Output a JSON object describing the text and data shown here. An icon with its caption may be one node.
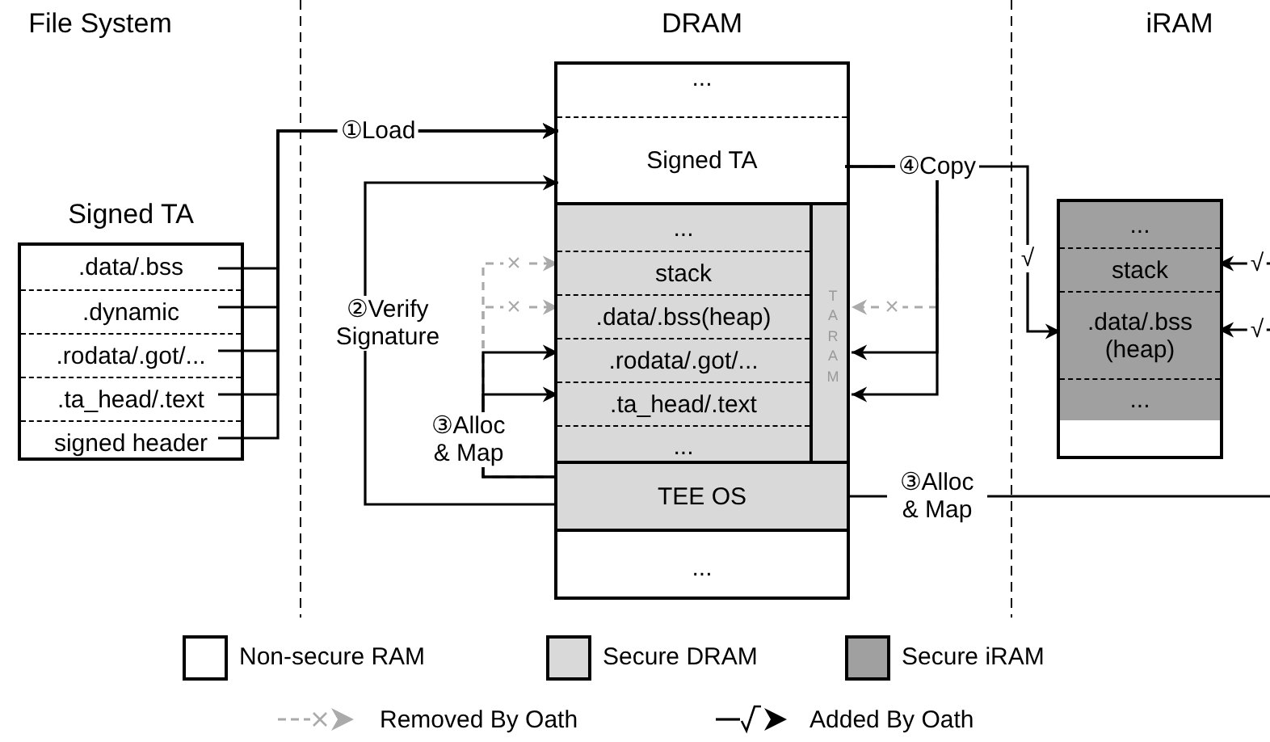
{
  "diagram": {
    "nodes": [
      {
        "text": [
          "Signed TA"
        ]
      },
      {
        "text": [
          ".data/.bss"
        ],
        "in": 0
      },
      {
        "text": [
          ".dynamic"
        ],
        "in": 0
      },
      {
        "text": [
          ".rodata/.got/..."
        ],
        "in": 0
      },
      {
        "text": [
          ".ta_head/.text"
        ],
        "in": 0
      },
      {
        "text": [
          "signed header"
        ],
        "in": 0
      },
      {
        "text": [
          "DRAM"
        ]
      },
      {
        "text": [
          "..."
        ],
        "in": 6
      },
      {
        "text": [
          "Signed TA"
        ],
        "in": 6
      },
      {
        "text": [],
        "shape": "box",
        "in": 6
      },
      {
        "text": [
          "..."
        ],
        "in": 9
      },
      {
        "text": [
          "stack"
        ],
        "in": 9
      },
      {
        "text": [
          ".data/.bss(heap)"
        ],
        "in": 9
      },
      {
        "text": [
          ".rodata/.got/..."
        ],
        "in": 9
      },
      {
        "text": [
          ".ta_head/.text"
        ],
        "in": 9
      },
      {
        "text": [
          "..."
        ],
        "in": 9
      },
      {
        "text": [
          "TA RAM"
        ],
        "in": 9
      },
      {
        "text": [
          "TEE OS"
        ],
        "in": 6
      },
      {
        "text": [
          "..."
        ],
        "in": 6
      },
      {
        "text": [],
        "shape": "box"
      },
      {
        "text": [
          "..."
        ],
        "in": 19
      },
      {
        "text": [
          "stack"
        ],
        "in": 19
      },
      {
        "text": [
          ".data/.bss (heap)"
        ],
        "in": 19
      },
      {
        "text": [
          "..."
        ],
        "in": 19
      }
    ],
    "edges": [
      {
        "from": 1,
        "to": 8,
        "arrow": "to",
        "label": "①Load"
      },
      {
        "from": 2,
        "to": 8,
        "arrow": "to"
      },
      {
        "from": 3,
        "to": 8,
        "arrow": "to"
      },
      {
        "from": 4,
        "to": 8,
        "arrow": "to"
      },
      {
        "from": 5,
        "to": 8,
        "arrow": "to"
      },
      {
        "from": 17,
        "to": 8,
        "arrow": "to",
        "label": "②Verify Signature"
      },
      {
        "from": 17,
        "to": 13,
        "arrow": "to",
        "label": "③Alloc & Map"
      },
      {
        "from": 17,
        "to": 14,
        "arrow": "to"
      },
      {
        "from": 17,
        "to": 11,
        "arrow": "to",
        "label": "×",
        "style": "dashed",
        "color": "#aaaaaa"
      },
      {
        "from": 17,
        "to": 12,
        "arrow": "to",
        "label": "×",
        "style": "dashed",
        "color": "#aaaaaa"
      },
      {
        "from": 8,
        "to": 16,
        "arrow": "to",
        "label": "④Copy"
      },
      {
        "from": 8,
        "to": 16,
        "arrow": "to"
      },
      {
        "from": 8,
        "to": 16,
        "arrow": "to",
        "label": "×",
        "style": "dashed",
        "color": "#aaaaaa"
      },
      {
        "from": 8,
        "to": 22,
        "arrow": "to",
        "label": "√"
      },
      {
        "from": 17,
        "to": null,
        "arrow": "none",
        "label": "③Alloc & Map"
      },
      {
        "from": null,
        "to": 21,
        "arrow": "to",
        "label": "√"
      },
      {
        "from": null,
        "to": 22,
        "arrow": "to",
        "label": "√"
      }
    ],
    "labels": [
      "File System",
      "iRAM"
    ],
    "legend": [
      {
        "text": "Non-secure RAM",
        "color": "#ffffff"
      },
      {
        "text": "Secure DRAM",
        "color": "#d9d9d9"
      },
      {
        "text": "Secure iRAM",
        "color": "#a0a0a0"
      },
      {
        "text": "Removed By Oath"
      },
      {
        "text": "Added By Oath"
      }
    ]
  }
}
